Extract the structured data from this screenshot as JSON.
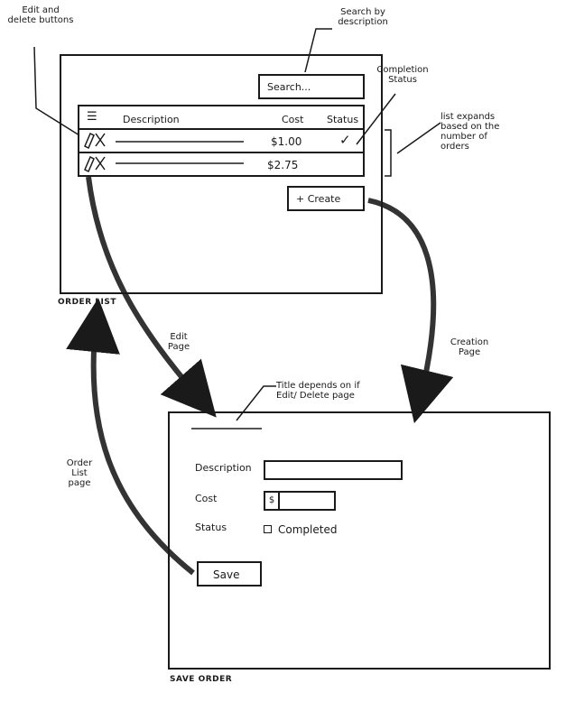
{
  "annotations": {
    "edit_delete": "Edit and\ndelete buttons",
    "search_by": "Search by\ndescription",
    "completion_status": "Completion\nStatus",
    "list_expands": "list expands\nbased on the\nnumber of\norders",
    "edit_page": "Edit\nPage",
    "creation_page": "Creation\nPage",
    "order_list_page": "Order\nList\npage",
    "title_depends": "Title depends on if\nEdit/ Delete page"
  },
  "order_list": {
    "caption": "ORDER LIST",
    "search_placeholder": "Search...",
    "menu_icon": "☰",
    "columns": {
      "description": "Description",
      "cost": "Cost",
      "status": "Status"
    },
    "rows": [
      {
        "edit_icon": "pencil-icon",
        "delete_icon": "x-icon",
        "cost": "$1.00",
        "status_mark": "✓"
      },
      {
        "edit_icon": "pencil-icon",
        "delete_icon": "x-icon",
        "cost": "$2.75",
        "status_mark": ""
      }
    ],
    "create_button": "+ Create"
  },
  "save_order": {
    "caption": "SAVE ORDER",
    "description_label": "Description",
    "cost_label": "Cost",
    "cost_prefix": "$",
    "status_label": "Status",
    "completed_label": "Completed",
    "save_button": "Save"
  }
}
